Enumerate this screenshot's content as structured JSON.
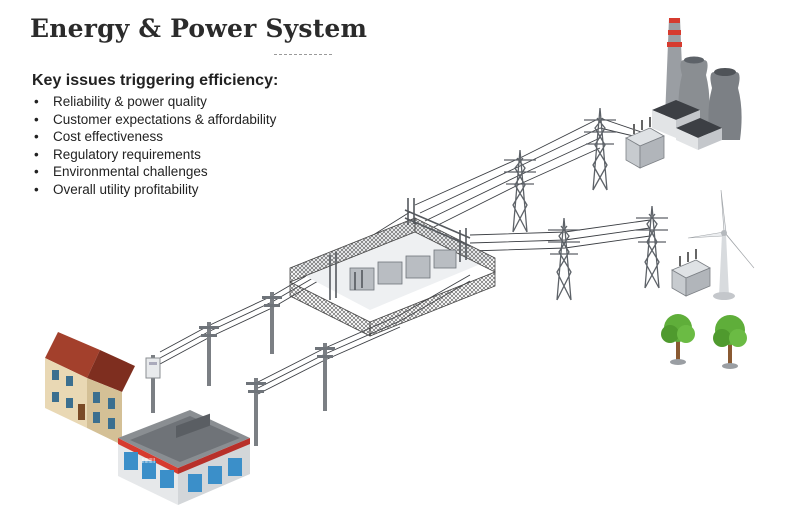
{
  "page": {
    "title": "Energy & Power System"
  },
  "issues": {
    "heading": "Key issues triggering efficiency:",
    "items": [
      "Reliability & power quality",
      "Customer expectations & affordability",
      "Cost effectiveness",
      "Regulatory requirements",
      "Environmental challenges",
      "Overall utility profitability"
    ]
  },
  "illustration": {
    "shop_sign": "||||||||||"
  },
  "colors": {
    "steel": "#6f747a",
    "roof_red": "#a3402c",
    "house_wall": "#e9d8b4",
    "plant_gray": "#8a8e92",
    "tree_green": "#5fae3a"
  }
}
